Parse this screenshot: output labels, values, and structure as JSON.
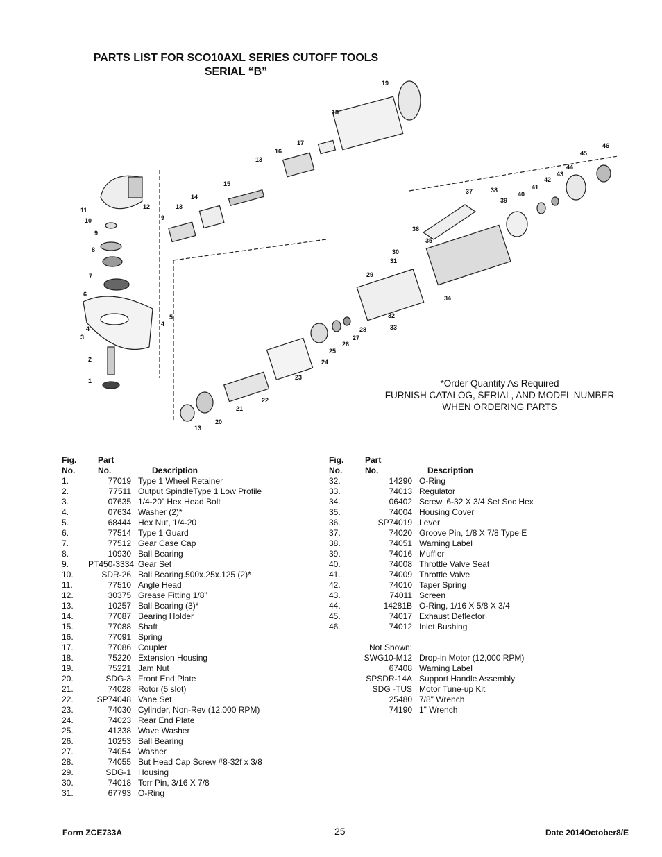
{
  "title": {
    "line1": "PARTS LIST FOR SCO10AXL SERIES CUTOFF TOOLS",
    "line2": "SERIAL “B”"
  },
  "note": {
    "line1": "*Order Quantity As Required",
    "line2": "FURNISH CATALOG, SERIAL, AND MODEL NUMBER",
    "line3": "WHEN ORDERING PARTS"
  },
  "diagram_labels": [
    "1",
    "2",
    "3",
    "4",
    "5",
    "6",
    "7",
    "8",
    "9",
    "10",
    "11",
    "12",
    "13",
    "14",
    "15",
    "16",
    "17",
    "18",
    "19",
    "20",
    "21",
    "22",
    "23",
    "24",
    "25",
    "26",
    "27",
    "28",
    "29",
    "30",
    "31",
    "32",
    "33",
    "34",
    "35",
    "36",
    "37",
    "38",
    "39",
    "40",
    "41",
    "42",
    "43",
    "44",
    "45",
    "46",
    "13",
    "13",
    "9",
    "4"
  ],
  "headers": {
    "fig_top": "Fig.",
    "fig_bottom": "No.",
    "part_top": "Part",
    "part_bottom": "No.",
    "description": "Description"
  },
  "left_parts": [
    {
      "fig": "1.",
      "part": "77019",
      "desc": "Type 1 Wheel Retainer"
    },
    {
      "fig": "2.",
      "part": "77511",
      "desc": "Output SpindleType 1 Low Profile"
    },
    {
      "fig": "3.",
      "part": "07635",
      "desc": "1/4-20” Hex Head Bolt"
    },
    {
      "fig": "4.",
      "part": "07634",
      "desc": "Washer (2)*"
    },
    {
      "fig": "5.",
      "part": "68444",
      "desc": "Hex Nut, 1/4-20"
    },
    {
      "fig": "6.",
      "part": "77514",
      "desc": "Type 1 Guard"
    },
    {
      "fig": "7.",
      "part": "77512",
      "desc": "Gear Case Cap"
    },
    {
      "fig": "8.",
      "part": "10930",
      "desc": "Ball Bearing"
    },
    {
      "fig": "9.",
      "part": "PT450-3334",
      "desc": "Gear Set"
    },
    {
      "fig": "10.",
      "part": "SDR-26",
      "desc": "Ball Bearing.500x.25x.125 (2)*"
    },
    {
      "fig": "11.",
      "part": "77510",
      "desc": "Angle Head"
    },
    {
      "fig": "12.",
      "part": "30375",
      "desc": "Grease Fitting 1/8”"
    },
    {
      "fig": "13.",
      "part": "10257",
      "desc": "Ball Bearing (3)*"
    },
    {
      "fig": "14.",
      "part": "77087",
      "desc": "Bearing Holder"
    },
    {
      "fig": "15.",
      "part": "77088",
      "desc": "Shaft"
    },
    {
      "fig": "16.",
      "part": "77091",
      "desc": "Spring"
    },
    {
      "fig": "17.",
      "part": "77086",
      "desc": "Coupler"
    },
    {
      "fig": "18.",
      "part": "75220",
      "desc": "Extension Housing"
    },
    {
      "fig": "19.",
      "part": "75221",
      "desc": "Jam Nut"
    },
    {
      "fig": "20.",
      "part": "SDG-3",
      "desc": "Front End Plate"
    },
    {
      "fig": "21.",
      "part": "74028",
      "desc": "Rotor (5 slot)"
    },
    {
      "fig": "22.",
      "part": "SP74048",
      "desc": "Vane Set"
    },
    {
      "fig": "23.",
      "part": "74030",
      "desc": "Cylinder, Non-Rev (12,000 RPM)"
    },
    {
      "fig": "24.",
      "part": "74023",
      "desc": "Rear End Plate"
    },
    {
      "fig": "25.",
      "part": "41338",
      "desc": "Wave Washer"
    },
    {
      "fig": "26.",
      "part": "10253",
      "desc": "Ball Bearing"
    },
    {
      "fig": "27.",
      "part": "74054",
      "desc": "Washer"
    },
    {
      "fig": "28.",
      "part": "74055",
      "desc": "But Head Cap Screw #8-32f x 3/8"
    },
    {
      "fig": "29.",
      "part": "SDG-1",
      "desc": "Housing"
    },
    {
      "fig": "30.",
      "part": "74018",
      "desc": "Torr Pin, 3/16 X 7/8"
    },
    {
      "fig": "31.",
      "part": "67793",
      "desc": "O-Ring"
    }
  ],
  "right_parts": [
    {
      "fig": "32.",
      "part": "14290",
      "desc": "O-Ring"
    },
    {
      "fig": "33.",
      "part": "74013",
      "desc": "Regulator"
    },
    {
      "fig": "34.",
      "part": "06402",
      "desc": "Screw, 6-32 X 3/4 Set Soc Hex"
    },
    {
      "fig": "35.",
      "part": "74004",
      "desc": "Housing Cover"
    },
    {
      "fig": "36.",
      "part": "SP74019",
      "desc": "Lever"
    },
    {
      "fig": "37.",
      "part": "74020",
      "desc": "Groove Pin, 1/8 X 7/8 Type E"
    },
    {
      "fig": "38.",
      "part": "74051",
      "desc": "Warning Label"
    },
    {
      "fig": "39.",
      "part": "74016",
      "desc": "Muffler"
    },
    {
      "fig": "40.",
      "part": "74008",
      "desc": "Throttle Valve Seat"
    },
    {
      "fig": "41.",
      "part": "74009",
      "desc": "Throttle Valve"
    },
    {
      "fig": "42.",
      "part": "74010",
      "desc": "Taper Spring"
    },
    {
      "fig": "43.",
      "part": "74011",
      "desc": "Screen"
    },
    {
      "fig": "44.",
      "part": "14281B",
      "desc": "O-Ring, 1/16 X 5/8 X 3/4"
    },
    {
      "fig": "45.",
      "part": "74017",
      "desc": "Exhaust Deflector"
    },
    {
      "fig": "46.",
      "part": "74012",
      "desc": "Inlet Bushing"
    }
  ],
  "not_shown_label": "Not Shown:",
  "not_shown": [
    {
      "part": "SWG10-M12",
      "desc": "Drop-in Motor (12,000 RPM)"
    },
    {
      "part": "67408",
      "desc": "Warning Label"
    },
    {
      "part": "SPSDR-14A",
      "desc": "Support Handle Assembly"
    },
    {
      "part": "SDG -TUS",
      "desc": "Motor Tune-up Kit"
    },
    {
      "part": "25480",
      "desc": "7/8\" Wrench"
    },
    {
      "part": "74190",
      "desc": "1\" Wrench"
    }
  ],
  "footer": {
    "form": "Form ZCE733A",
    "page": "25",
    "date": "Date 2014October8/E"
  }
}
